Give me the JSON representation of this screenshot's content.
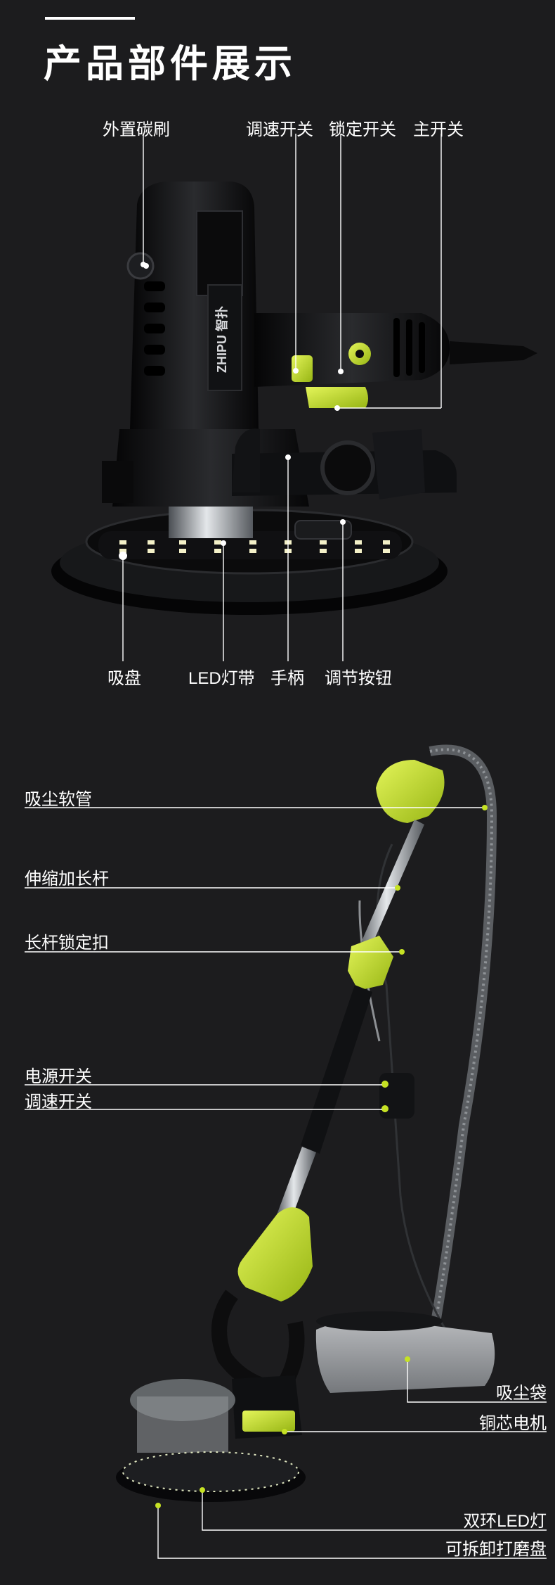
{
  "page": {
    "title": "产品部件展示"
  },
  "colors": {
    "background": "#1c1c1e",
    "accent_green": "#c6e224",
    "line": "#ffffff",
    "body_black": "#0d0d0e",
    "metal": "#9aa0a6"
  },
  "top_section": {
    "top_labels": [
      "外置碳刷",
      "调速开关",
      "锁定开关",
      "主开关"
    ],
    "bottom_labels": [
      "吸盘",
      "LED灯带",
      "手柄",
      "调节按钮"
    ]
  },
  "bottom_section": {
    "left_labels": [
      "吸尘软管",
      "伸缩加长杆",
      "长杆锁定扣",
      "电源开关",
      "调速开关"
    ],
    "right_labels": [
      "吸尘袋",
      "铜芯电机",
      "双环LED灯",
      "可拆卸打磨盘"
    ]
  },
  "brand_text": "ZHIPU 智扑"
}
